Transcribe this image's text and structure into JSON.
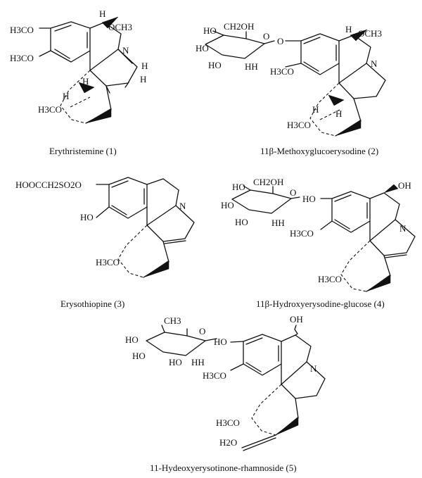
{
  "figure": {
    "compounds": [
      {
        "caption": "Erythristemine (1)",
        "labels": {
          "l1": "H3CO",
          "l2": "H3CO",
          "l3": "H",
          "l4": "OCH3",
          "l5": "N",
          "l6": "H",
          "l7": "H",
          "l8": "H3CO",
          "l9": "H",
          "l10": "H"
        }
      },
      {
        "caption": "11β-Methoxyglucoerysodine (2)",
        "labels": {
          "l1": "CH2OH",
          "l2": "HO",
          "l3": "HO",
          "l4": "HO",
          "l5": "HH",
          "l6": "O",
          "l7": "O",
          "l8": "H",
          "l9": "OCH3",
          "l10": "H3CO",
          "l11": "N",
          "l12": "H3CO",
          "l13": "H",
          "l14": "H"
        }
      },
      {
        "caption": "Erysothiopine (3)",
        "labels": {
          "l1": "HOOCCH2SO2O",
          "l2": "HO",
          "l3": "N",
          "l4": "H3CO"
        }
      },
      {
        "caption": "11β-Hydroxyerysodine-glucose (4)",
        "labels": {
          "l1": "CH2OH",
          "l2": "HO",
          "l3": "HO",
          "l4": "HO",
          "l5": "HH",
          "l6": "O",
          "l7": "HO",
          "l8": "OH",
          "l9": "H3CO",
          "l10": "N",
          "l11": "H3CO"
        }
      },
      {
        "caption": "11-Hydeoxyerysotinone-rhamnoside (5)",
        "labels": {
          "l1": "CH3",
          "l2": "HO",
          "l3": "HO",
          "l4": "HO",
          "l5": "HH",
          "l6": "O",
          "l7": "HO",
          "l8": "OH",
          "l9": "H3CO",
          "l10": "N",
          "l11": "H3CO",
          "l12": "H2O"
        }
      }
    ]
  }
}
